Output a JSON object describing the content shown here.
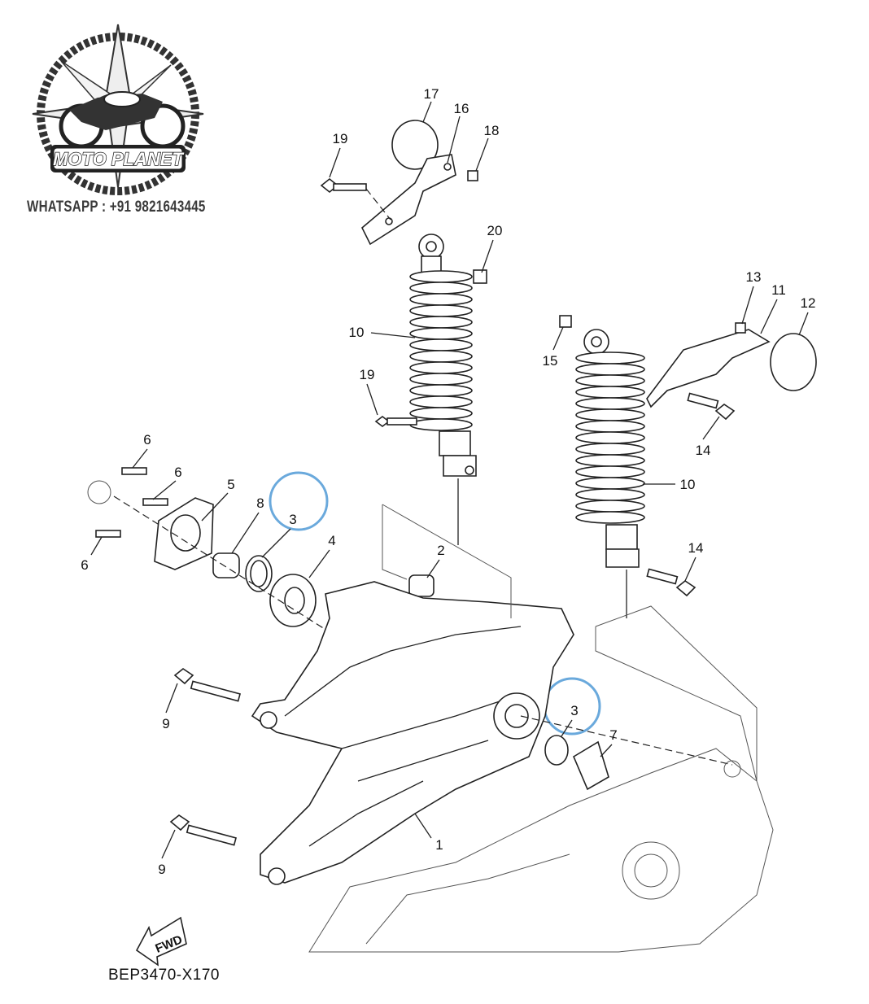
{
  "logo": {
    "brand": "MOTO PLANET",
    "contact": "WHATSAPP : +91 9821643445"
  },
  "diagram": {
    "code": "BEP3470-X170",
    "direction_label": "FWD",
    "highlight_color": "#6aa9dc",
    "callouts": [
      "17",
      "16",
      "18",
      "19",
      "20",
      "10",
      "13",
      "11",
      "12",
      "15",
      "19",
      "14",
      "6",
      "6",
      "5",
      "8",
      "3",
      "4",
      "2",
      "10",
      "14",
      "6",
      "9",
      "3",
      "7",
      "1",
      "9"
    ]
  }
}
